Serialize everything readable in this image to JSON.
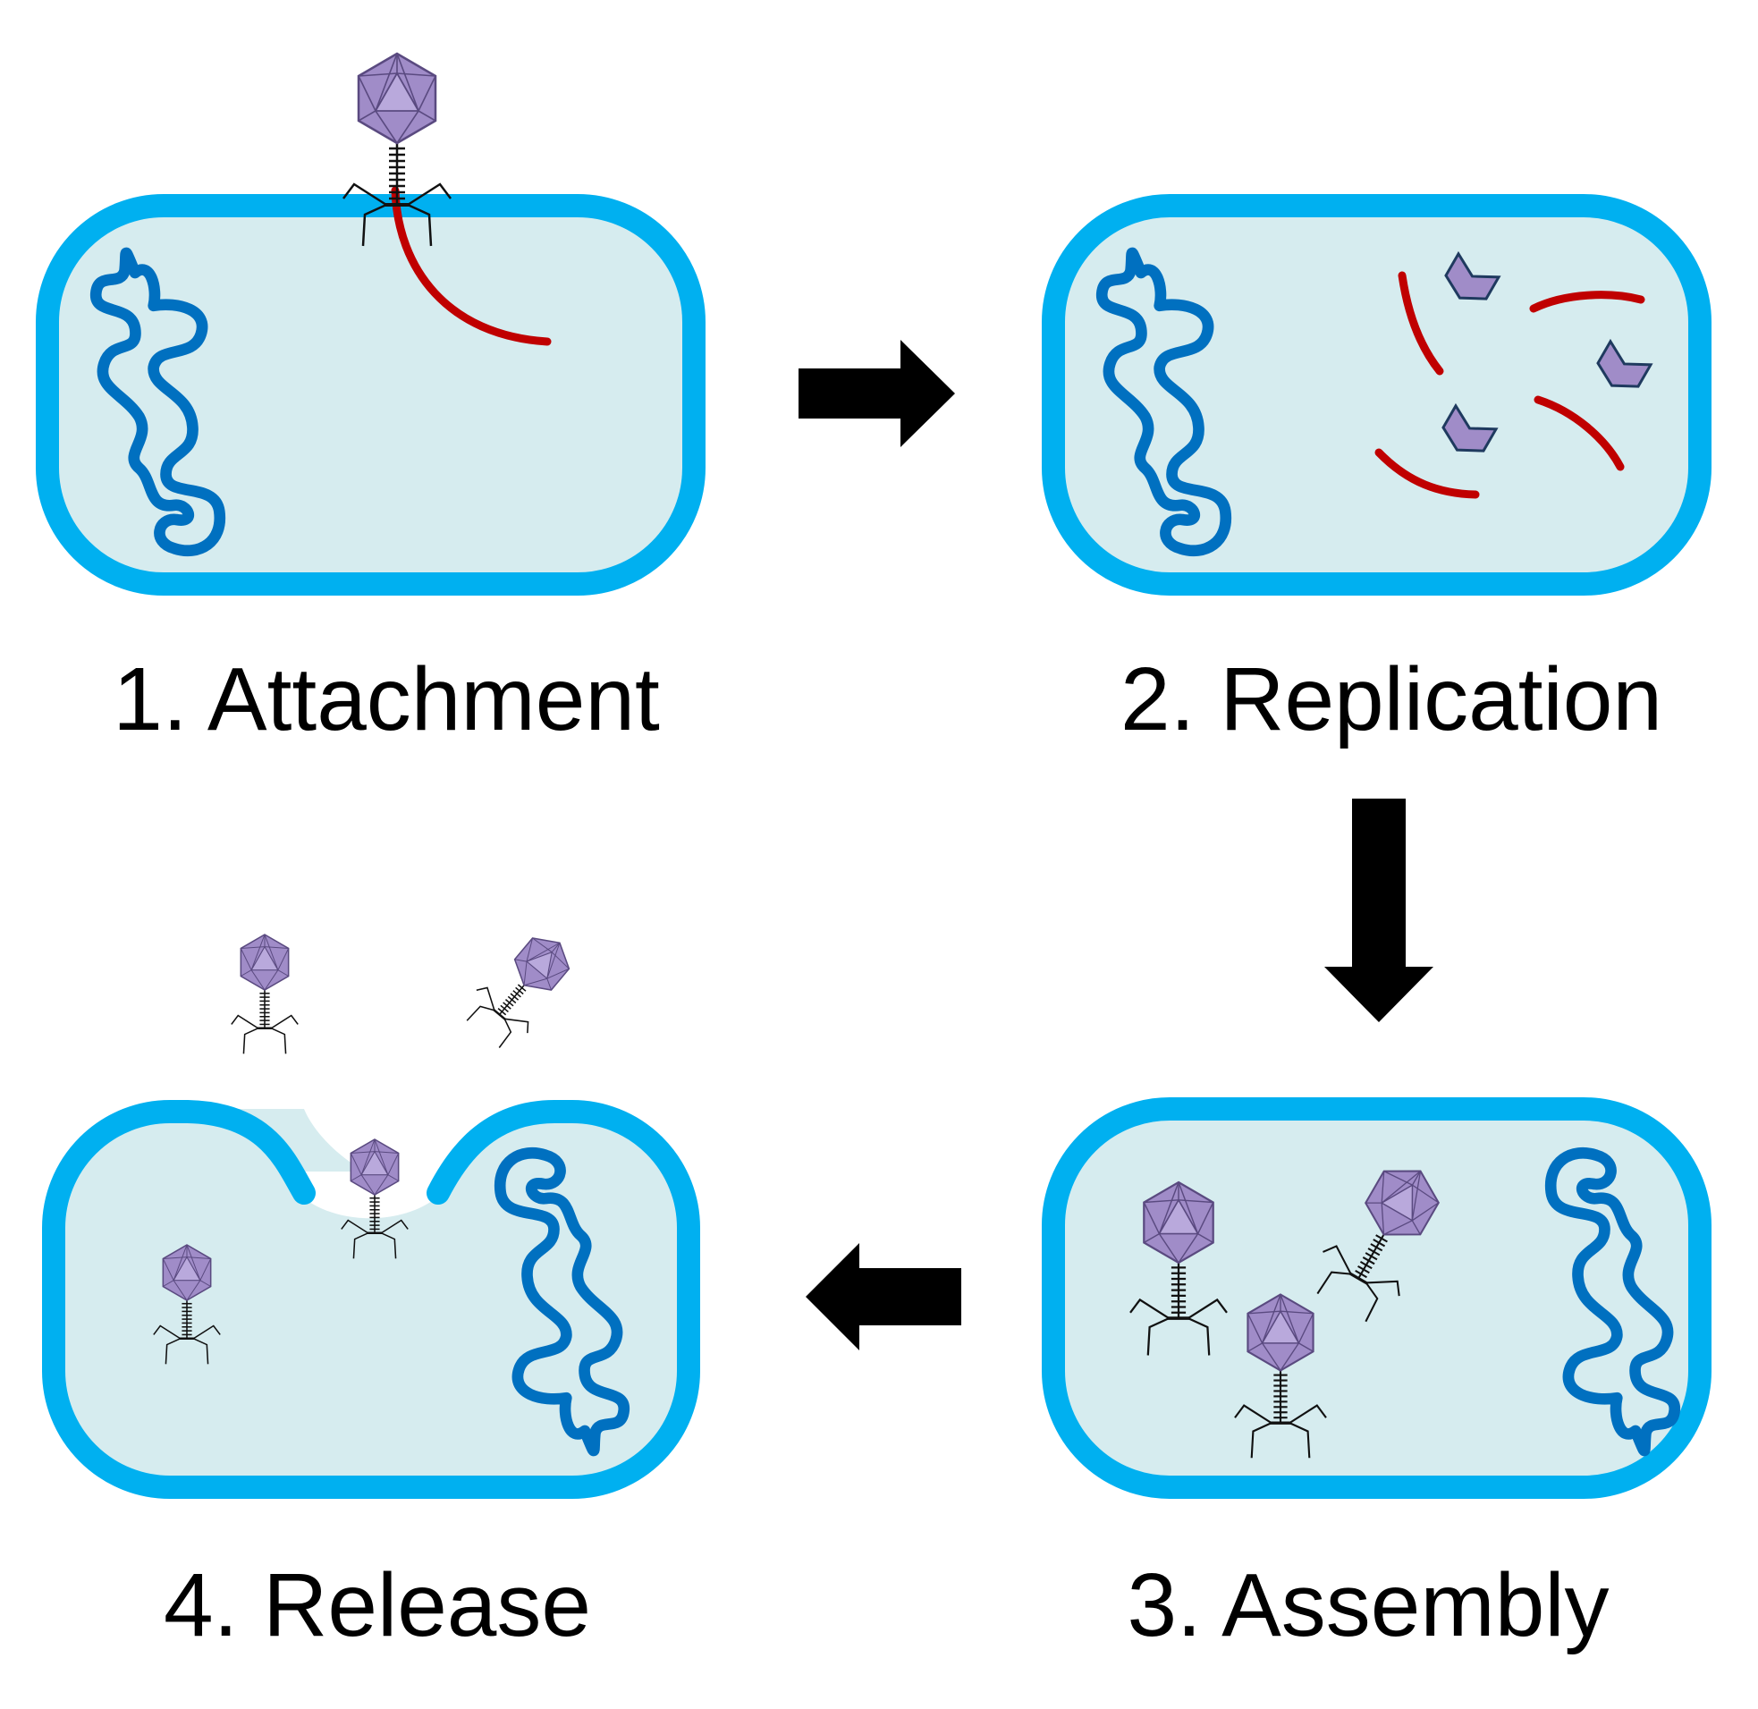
{
  "colors": {
    "cell_fill": "#d6ecef",
    "cell_wall": "#00b0f0",
    "bacterial_dna": "#0070c0",
    "phage_dna": "#c00000",
    "phage_head": "#a08cc8",
    "phage_edge": "#5a4a80",
    "arrow": "#000000",
    "tail": "#111111"
  },
  "stages": [
    {
      "id": "attachment",
      "label": "1. Attachment"
    },
    {
      "id": "replication",
      "label": "2. Replication"
    },
    {
      "id": "assembly",
      "label": "3. Assembly"
    },
    {
      "id": "release",
      "label": "4. Release"
    }
  ]
}
